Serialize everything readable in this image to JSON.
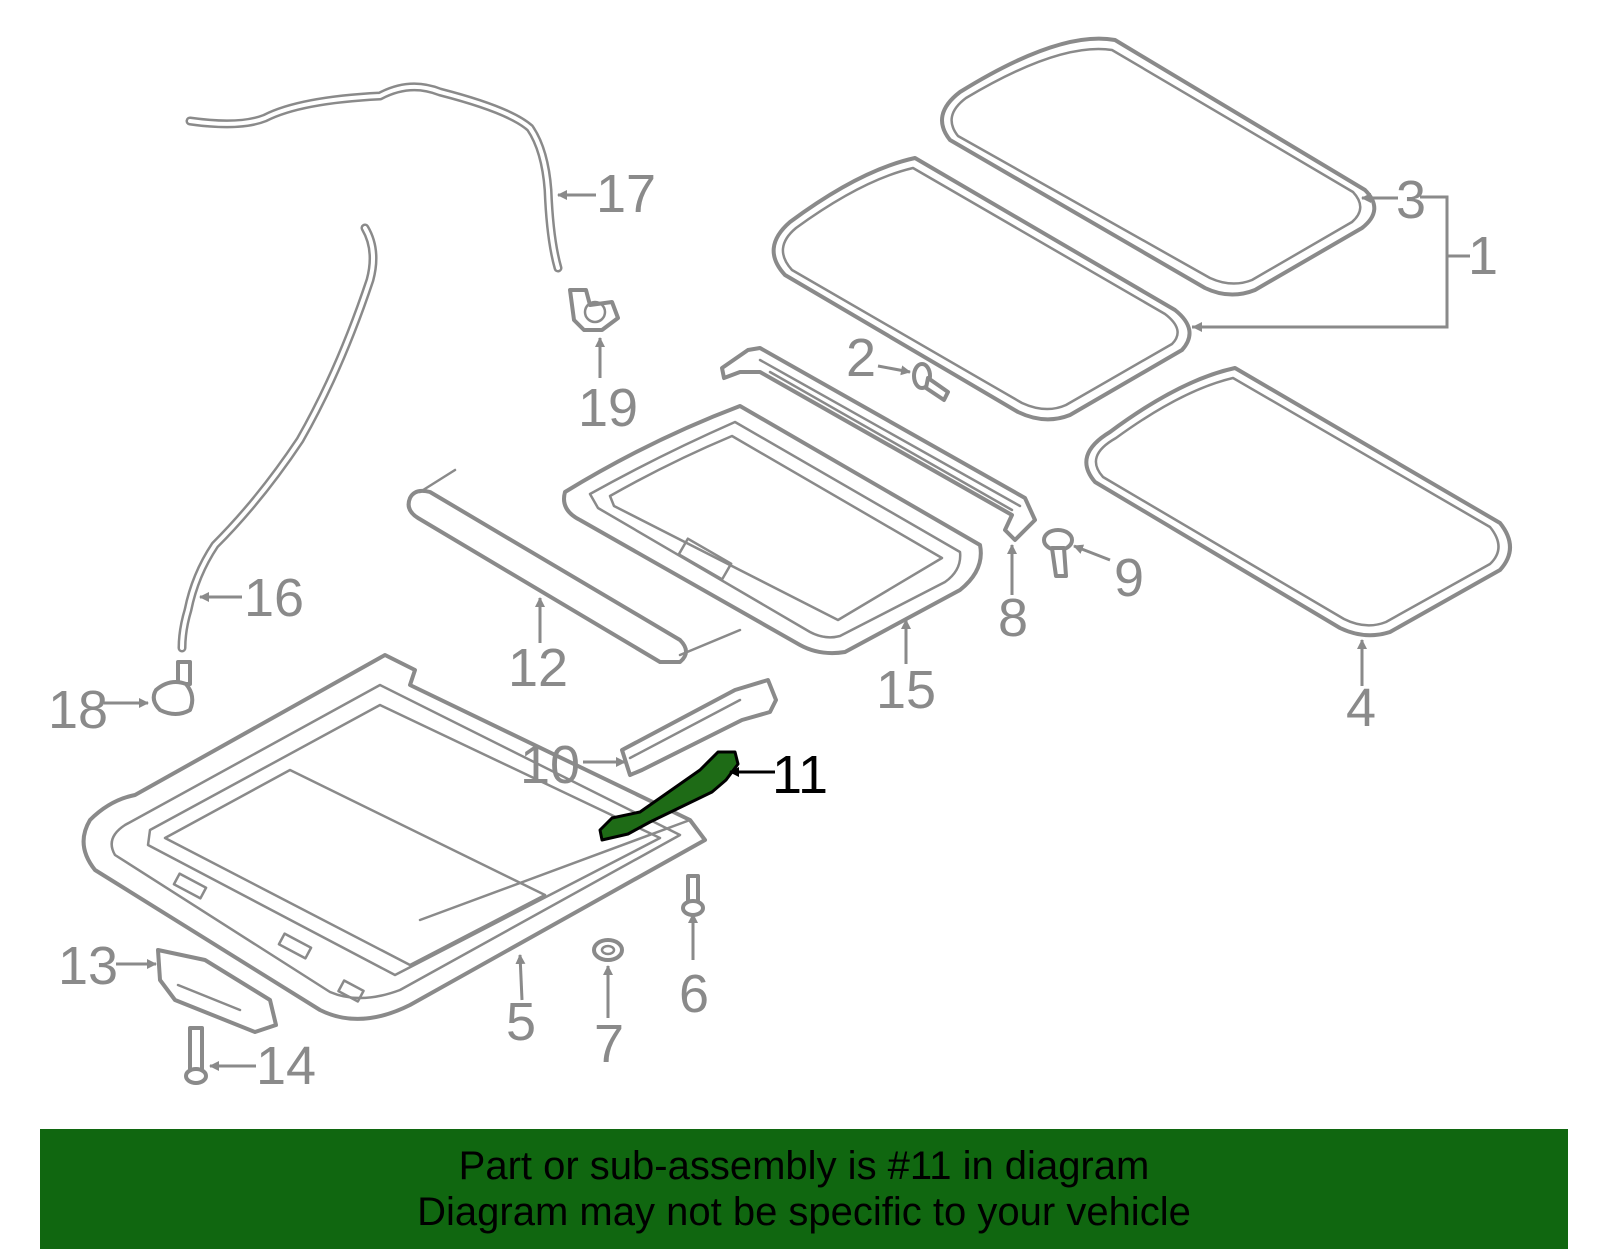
{
  "diagram": {
    "highlighted_part": "11",
    "highlight_color": "#1e6b16",
    "line_color": "#8a8a8a",
    "callouts": {
      "c1": "1",
      "c2": "2",
      "c3": "3",
      "c4": "4",
      "c5": "5",
      "c6": "6",
      "c7": "7",
      "c8": "8",
      "c9": "9",
      "c10": "10",
      "c11": "11",
      "c12": "12",
      "c13": "13",
      "c14": "14",
      "c15": "15",
      "c16": "16",
      "c17": "17",
      "c18": "18",
      "c19": "19"
    }
  },
  "banner": {
    "line1": "Part or sub-assembly is #11 in diagram",
    "line2": "Diagram may not be specific to your vehicle",
    "background": "#106710"
  }
}
